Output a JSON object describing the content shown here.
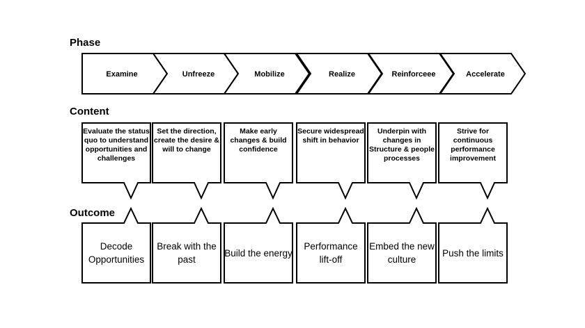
{
  "labels": {
    "phase": "Phase",
    "content": "Content",
    "outcome": "Outcome"
  },
  "phases": [
    "Examine",
    "Unfreeze",
    "Mobilize",
    "Realize",
    "Reinforceee",
    "Accelerate"
  ],
  "contents": [
    "Evaluate the status quo to understand opportunities and challenges",
    "Set the direction, create the desire & will to change",
    "Make early changes & build confidence",
    "Secure widespread shift in behavior",
    "Underpin with changes in Structure & people processes",
    "Strive for continuous performance improvement"
  ],
  "outcomes": [
    "Decode Opportunities",
    "Break with the past",
    "Build the energy",
    "Performance lift-off",
    "Embed the new culture",
    "Push the limits"
  ],
  "colors": {
    "stroke": "#000000",
    "fill": "#ffffff",
    "text": "#000000"
  }
}
